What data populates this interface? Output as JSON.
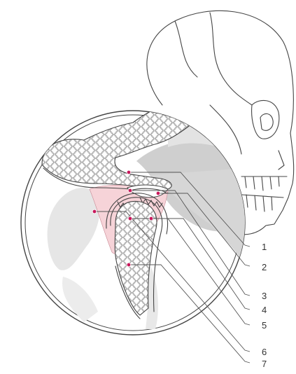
{
  "diagram": {
    "callouts": [
      {
        "id": "1",
        "label": "1"
      },
      {
        "id": "2",
        "label": "2"
      },
      {
        "id": "3",
        "label": "3"
      },
      {
        "id": "4",
        "label": "4"
      },
      {
        "id": "5",
        "label": "5"
      },
      {
        "id": "6",
        "label": "6"
      },
      {
        "id": "7",
        "label": "7"
      }
    ],
    "colors": {
      "background": "#ffffff",
      "bone_fill": "#ffffff",
      "bone_outline": "#444444",
      "shadow_gray": "#cfcfcf",
      "light_gray": "#e6e6e6",
      "pink_tissue": "#f6d3d8",
      "marker": "#c8185b"
    },
    "icons": [
      "skull-illustration",
      "magnifier-circle",
      "jaw-joint-cross-section"
    ]
  }
}
